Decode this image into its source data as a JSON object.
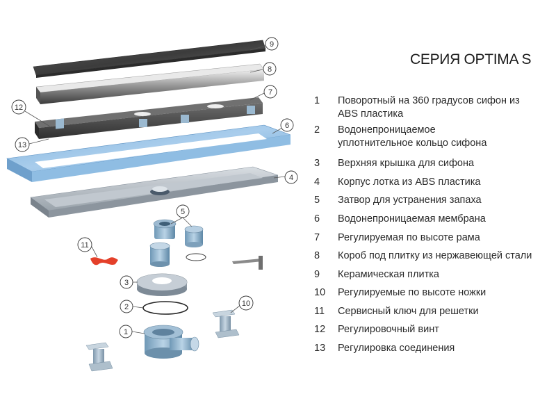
{
  "title": "СЕРИЯ OPTIMA S",
  "legend": [
    {
      "num": "1",
      "text": "Поворотный на 360 градусов сифон из ABS пластика"
    },
    {
      "num": "2",
      "text": "Водонепроницаемое уплотнительное кольцо сифона"
    },
    {
      "num": "3",
      "text": "Верхняя крышка для сифона"
    },
    {
      "num": "4",
      "text": "Корпус лотка из ABS пластика"
    },
    {
      "num": "5",
      "text": "Затвор для устранения запаха"
    },
    {
      "num": "6",
      "text": "Водонепроницаемая мембрана"
    },
    {
      "num": "7",
      "text": "Регулируемая по высоте рама"
    },
    {
      "num": "8",
      "text": "Короб под плитку из нержавеющей стали"
    },
    {
      "num": "9",
      "text": "Керамическая плитка"
    },
    {
      "num": "10",
      "text": "Регулируемые по высоте ножки"
    },
    {
      "num": "11",
      "text": "Сервисный ключ для решетки"
    },
    {
      "num": "12",
      "text": "Регулировочный винт"
    },
    {
      "num": "13",
      "text": "Регулировка соединения"
    }
  ],
  "callouts": {
    "c1": "1",
    "c2": "2",
    "c3": "3",
    "c4": "4",
    "c5": "5",
    "c6": "6",
    "c7": "7",
    "c8": "8",
    "c9": "9",
    "c10": "10",
    "c11": "11",
    "c12": "12",
    "c13": "13"
  }
}
